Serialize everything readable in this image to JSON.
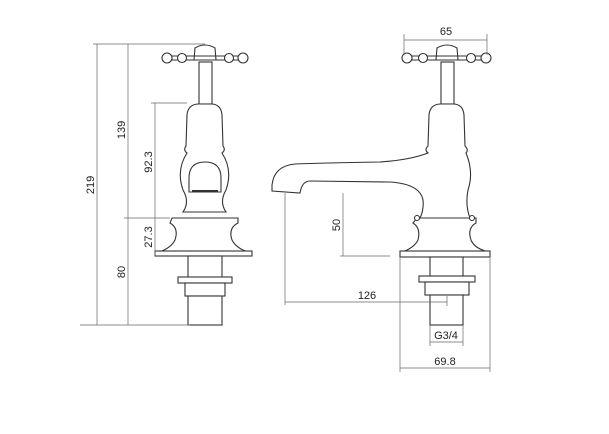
{
  "drawing": {
    "front_view": {
      "dimensions": {
        "overall_height": "219",
        "height_above_base": "139",
        "base_to_deck": "80",
        "body_height": "92.3",
        "skirt_height": "27.3"
      }
    },
    "side_view": {
      "dimensions": {
        "handle_width": "65",
        "spout_height": "50",
        "spout_reach": "126",
        "thread_size": "G3/4",
        "flange_diameter": "69.8"
      }
    },
    "colors": {
      "line": "#333333",
      "dimension": "#666666"
    }
  }
}
